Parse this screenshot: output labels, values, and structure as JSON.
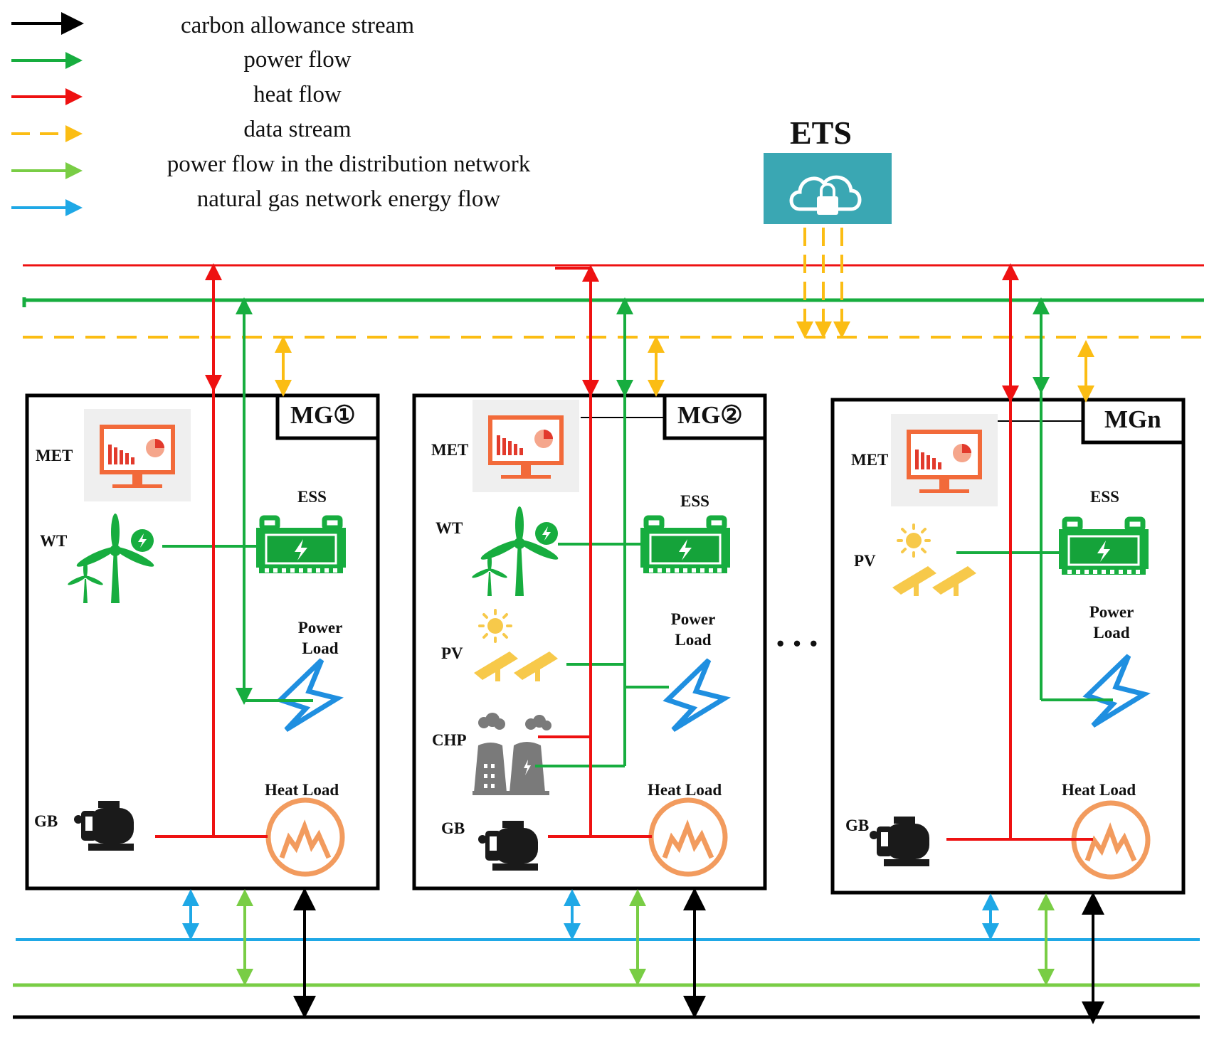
{
  "legend": [
    {
      "label": "carbon allowance stream",
      "color": "#000000",
      "style": "solid"
    },
    {
      "label": "power flow",
      "color": "#17ad3f",
      "style": "solid"
    },
    {
      "label": "heat flow",
      "color": "#ee1111",
      "style": "solid"
    },
    {
      "label": "data stream",
      "color": "#fbbd14",
      "style": "dashed"
    },
    {
      "label": "power flow in the distribution network",
      "color": "#79cd45",
      "style": "solid"
    },
    {
      "label": "natural gas network energy flow",
      "color": "#1fa8e6",
      "style": "solid"
    }
  ],
  "ets": {
    "title": "ETS",
    "icon": "cloud-lock-icon"
  },
  "ellipsis": "···",
  "microgrids": [
    {
      "title": "MG①",
      "labels": {
        "met": "MET",
        "wt": "WT",
        "ess": "ESS",
        "power_load": "Power Load",
        "heat_load": "Heat Load",
        "gb": "GB"
      }
    },
    {
      "title": "MG②",
      "labels": {
        "met": "MET",
        "wt": "WT",
        "pv": "PV",
        "chp": "CHP",
        "ess": "ESS",
        "power_load": "Power Load",
        "heat_load": "Heat Load",
        "gb": "GB"
      }
    },
    {
      "title": "MGn",
      "labels": {
        "met": "MET",
        "pv": "PV",
        "ess": "ESS",
        "power_load": "Power Load",
        "heat_load": "Heat Load",
        "gb": "GB"
      }
    }
  ],
  "colors": {
    "carbon": "#000000",
    "power": "#17ad3f",
    "heat": "#ee1111",
    "data": "#fbbd14",
    "distribution": "#79cd45",
    "gas": "#1fa8e6",
    "ets_box": "#3aa7b3",
    "met_screen": "#f26a3a",
    "pv_panel": "#f7c94a",
    "chp": "#7a7a7a",
    "heat_load": "#f29b5e",
    "power_load": "#1f8fe0"
  }
}
